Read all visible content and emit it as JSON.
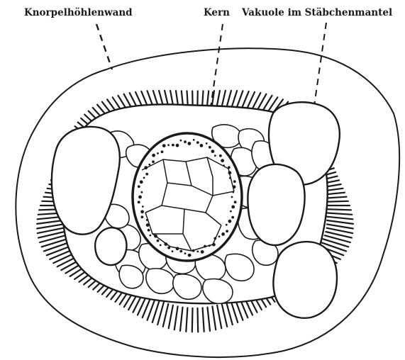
{
  "figure": {
    "labels": {
      "cartilage_wall": "Knorpelhöhlenwand",
      "nucleus": "Kern",
      "vacuole": "Vakuole im Stäbchenmantel"
    },
    "colors": {
      "ink": "#1a1a1a",
      "paper": "#ffffff"
    }
  }
}
